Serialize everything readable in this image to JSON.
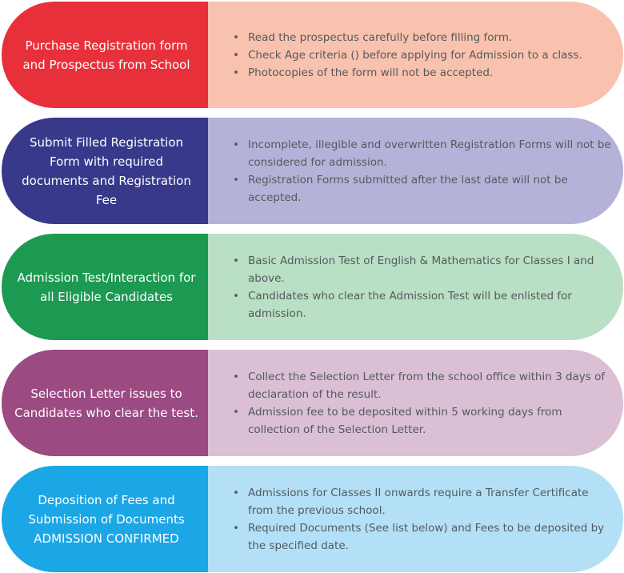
{
  "steps": [
    {
      "title": "Purchase Registration form and Prospectus from School",
      "title_color": "#e8303a",
      "notes_color": "#f8c2ae",
      "notes": [
        "Read the prospectus carefully before filling form.",
        "Check Age criteria () before applying for Admission to a class.",
        "Photocopies of the form will not be accepted."
      ]
    },
    {
      "title": "Submit Filled Registration Form with required documents and Registration Fee",
      "title_color": "#38398b",
      "notes_color": "#b4b2d8",
      "notes": [
        "Incomplete, illegible and overwritten Registration Forms will not be considered for admission.",
        "Registration Forms submitted after the last date will not be accepted."
      ]
    },
    {
      "title": "Admission Test/Interaction for all Eligible Candidates",
      "title_color": "#1d9a52",
      "notes_color": "#b9dfc5",
      "notes": [
        "Basic Admission Test of English & Mathematics for Classes I and above.",
        "Candidates who clear the Admission Test will be enlisted for admission."
      ]
    },
    {
      "title": "Selection Letter issues to Candidates who clear the test.",
      "title_color": "#9b4a82",
      "notes_color": "#dabfd5",
      "notes": [
        "Collect the Selection Letter from the school office within 3 days of declaration of the result.",
        "Admission fee to be deposited within 5 working days from collection of the Selection Letter."
      ]
    },
    {
      "title": "Deposition of Fees and Submission of Documents ADMISSION CONFIRMED",
      "title_color": "#1ba6e6",
      "notes_color": "#b3e0f7",
      "notes": [
        "Admissions for Classes II onwards require a Transfer Certificate from the previous school.",
        "Required Documents (See list below) and Fees to be deposited by the specified date."
      ]
    }
  ]
}
